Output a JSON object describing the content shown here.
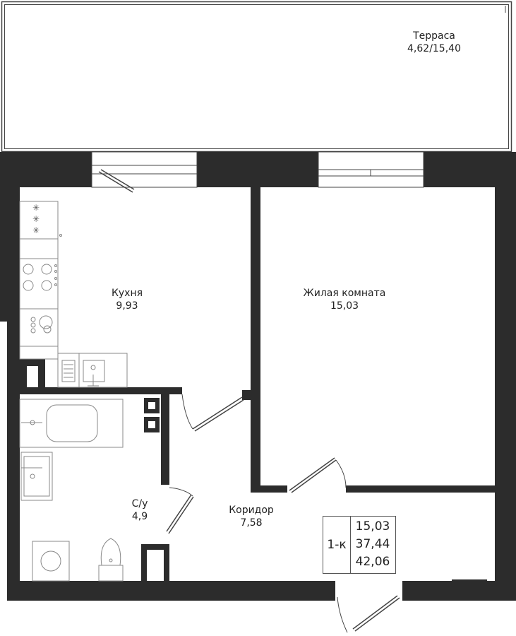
{
  "rooms": {
    "terrace": {
      "name": "Терраса",
      "area": "4,62/15,40"
    },
    "kitchen": {
      "name": "Кухня",
      "area": "9,93"
    },
    "living": {
      "name": "Жилая комната",
      "area": "15,03"
    },
    "bathroom": {
      "name": "С/у",
      "area": "4,9"
    },
    "corridor": {
      "name": "Коридор",
      "area": "7,58"
    }
  },
  "summary": {
    "type": "1-к",
    "living_area": "15,03",
    "total_area": "37,44",
    "total_area_with_terrace": "42,06"
  }
}
